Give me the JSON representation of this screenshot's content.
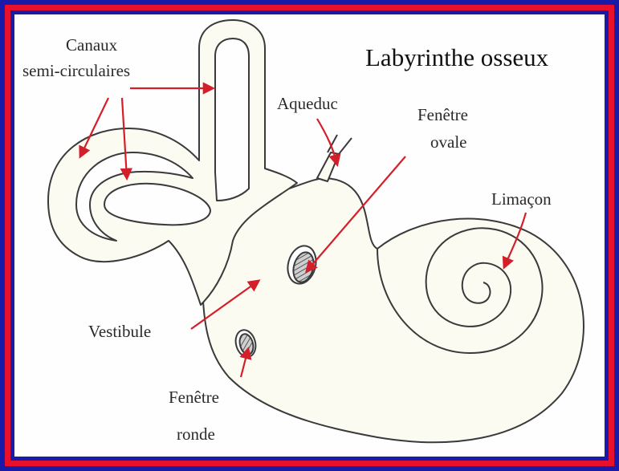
{
  "title": "Labyrinthe osseux",
  "labels": {
    "canaux_line1": "Canaux",
    "canaux_line2": "semi-circulaires",
    "aqueduc": "Aqueduc",
    "fenetre_ovale_line1": "Fenêtre",
    "fenetre_ovale_line2": "ovale",
    "limacon": "Limaçon",
    "vestibule": "Vestibule",
    "fenetre_ronde_line1": "Fenêtre",
    "fenetre_ronde_line2": "ronde"
  },
  "colors": {
    "frame_outer": "#1a1aa8",
    "frame_red": "#e8102a",
    "arrow": "#d41e2a",
    "outline": "#3a3a3a",
    "body_fill": "#fbfbf2"
  }
}
